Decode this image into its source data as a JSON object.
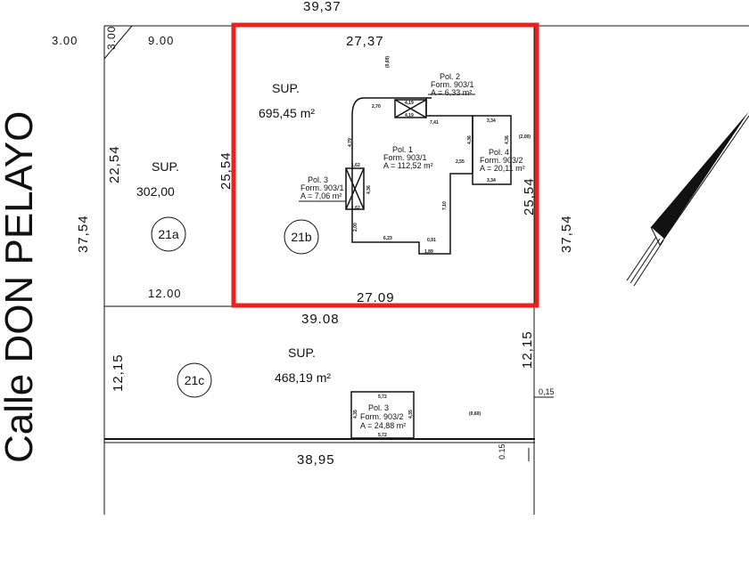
{
  "street": {
    "name": "Calle DON PELAYO"
  },
  "dims": {
    "top_total": "39,37",
    "corner_3": "3.00",
    "corner_3_vertical": "3.00",
    "lot_21a_top": "9.00",
    "lot_21a_bottom": "12.00",
    "lot_21a_right": "25,54",
    "lot_21a_inner": "22,54",
    "left_total": "37,54",
    "right_total": "37,54",
    "lot_21b_top": "27,37",
    "lot_21b_bottom": "27.09",
    "lot_21b_right": "25,54",
    "lot_21c_top": "39.08",
    "lot_21c_bottom": "38,95",
    "lot_21c_left": "12,15",
    "lot_21c_right": "12,15",
    "offset_a": "0,15",
    "offset_b": "0.15"
  },
  "lots": {
    "a": {
      "id": "21a",
      "sup_label": "SUP.",
      "area": "302,00"
    },
    "b": {
      "id": "21b",
      "sup_label": "SUP.",
      "area": "695,45 m²"
    },
    "c": {
      "id": "21c",
      "sup_label": "SUP.",
      "area": "468,19 m²"
    }
  },
  "polygons": {
    "p1": {
      "name": "Pol. 1",
      "form": "Form. 903/1",
      "area": "A = 112,52 m²"
    },
    "p2": {
      "name": "Pol. 2",
      "form": "Form. 903/1",
      "area": "A = 6,33 m²"
    },
    "p3": {
      "name": "Pol. 3",
      "form": "Form. 903/1",
      "area": "A = 7,06 m²"
    },
    "p4": {
      "name": "Pol. 4",
      "form": "Form. 903/2",
      "area": "A = 20,11 m²"
    },
    "p5": {
      "name": "Pol. 3",
      "form": "Form. 903/2",
      "area": "A = 24,88 m²"
    }
  },
  "small_dims": {
    "d1": "2,70",
    "d2": "4,19",
    "d3": "4,19",
    "d4": "7,41",
    "d5": "3,34",
    "d6": "3,34",
    "d7": "4,36",
    "d8": "4,36",
    "d9": "2,55",
    "d10": "4,79",
    "d11": "1,62",
    "d12": "1,62",
    "d13": "4,36",
    "d14": "2,00",
    "d15": "6,23",
    "d16": "0,91",
    "d17": "1,89",
    "d18": "7,10",
    "d19": "5,72",
    "d20": "5,72",
    "d21": "4,35",
    "d22": "4,35",
    "d23": "(0,60)",
    "d24": "(0,60)",
    "d25": "(2,00)"
  },
  "colors": {
    "highlight": "#e8231f",
    "line": "#111111"
  }
}
